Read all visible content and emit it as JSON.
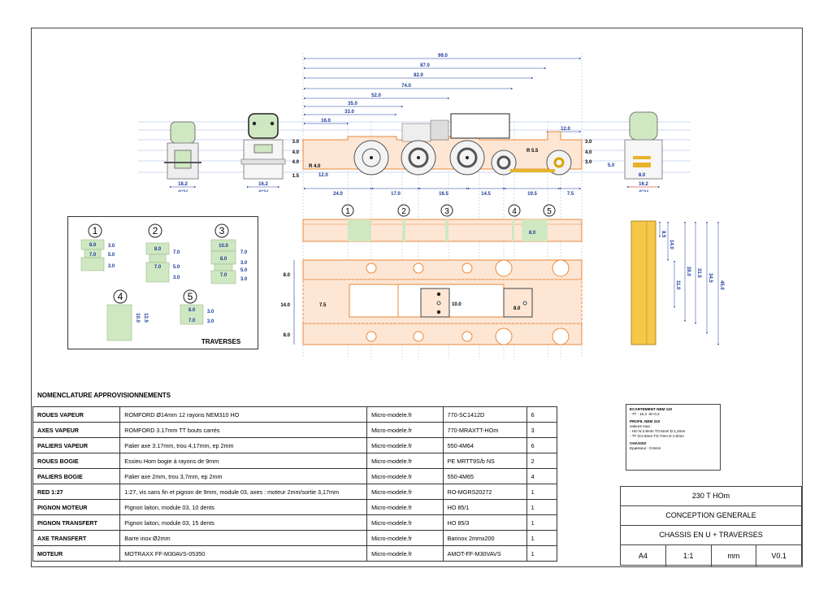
{
  "drawing": {
    "overall_dims": [
      "99.0",
      "87.0",
      "82.0",
      "74.0",
      "52.0",
      "35.0",
      "33.0",
      "16.0"
    ],
    "top_right_dim": "12.0",
    "left_heights": [
      "3.0",
      "4.0",
      "4.0",
      "1.5"
    ],
    "right_heights": [
      "3.0",
      "4.0",
      "3.0"
    ],
    "bottom_dims": [
      "24.0",
      "17.0",
      "16.5",
      "14.5",
      "19.5",
      "7.5"
    ],
    "radius_left": "R 4.0",
    "left_dim_12": "12.0",
    "radius_right": "R 5.5",
    "side_height_8": "8.0",
    "end_view_dims": [
      {
        "value": "18.2",
        "tol": "-0/+0.2"
      },
      {
        "value": "16.2",
        "tol": "-0/+0.2"
      },
      {
        "value": "16.2",
        "tol": "-0/+0.2"
      }
    ],
    "end_right_width": "8.0",
    "end_right_side": "5.0",
    "strip_numbers": [
      "1",
      "2",
      "3",
      "4",
      "5"
    ],
    "strip_dim": "8.0",
    "chassis_left_dims": [
      "8.0",
      "14.0",
      "8.0"
    ],
    "chassis_inner": [
      "7.5",
      "10.0",
      "8.0"
    ],
    "side_vertical_dims": [
      "8.5",
      "14.0",
      "11.0",
      "28.0",
      "31.5",
      "34.5",
      "45.0"
    ]
  },
  "traverses": {
    "title": "TRAVERSES",
    "items": [
      {
        "num": "1",
        "dims": [
          "8.0",
          "7.0",
          "3.0",
          "5.0",
          "3.0"
        ]
      },
      {
        "num": "2",
        "dims": [
          "8.0",
          "7.0",
          "7.0",
          "5.0",
          "3.0"
        ]
      },
      {
        "num": "3",
        "dims": [
          "10.0",
          "8.0",
          "7.0",
          "7.0",
          "3.0",
          "5.0",
          "3.0"
        ]
      },
      {
        "num": "4",
        "dims": [
          "10.0",
          "12.5"
        ]
      },
      {
        "num": "5",
        "dims": [
          "8.0",
          "7.0",
          "3.0",
          "3.0"
        ]
      }
    ]
  },
  "nomenclature": {
    "title": "NOMENCLATURE APPROVISIONNEMENTS",
    "rows": [
      {
        "cat": "ROUES VAPEUR",
        "desc": "ROMFORD Ø14mm 12 rayons NEM310 HO",
        "supplier": "Micro-modele.fr",
        "ref": "770-SC1412D",
        "qty": "6"
      },
      {
        "cat": "AXES VAPEUR",
        "desc": "ROMFORD 3.17mm TT bouts carrés",
        "supplier": "Micro-modele.fr",
        "ref": "770-MRAXTT-HOm",
        "qty": "3"
      },
      {
        "cat": "PALIERS VAPEUR",
        "desc": "Palier axe 3.17mm, trou 4,17mm, ep 2mm",
        "supplier": "Micro-modele.fr",
        "ref": "550-4M64",
        "qty": "6"
      },
      {
        "cat": "ROUES BOGIE",
        "desc": "Essieu Hom bogie à rayons de 9mm",
        "supplier": "Micro-modele.fr",
        "ref": "PE MRTT9S/b NS",
        "qty": "2"
      },
      {
        "cat": "PALIERS BOGIE",
        "desc": "Palier axe 2mm, trou 3,7mm, ep 2mm",
        "supplier": "Micro-modele.fr",
        "ref": "550-4M65",
        "qty": "4"
      },
      {
        "cat": "RED 1:27",
        "desc": "1:27, vis sans fin et pignon de 9mm, module 03, axes : moteur 2mm/sortie 3,17mm",
        "supplier": "Micro-modele.fr",
        "ref": "RO-MGRS20272",
        "qty": "1"
      },
      {
        "cat": "PIGNON MOTEUR",
        "desc": "Pignon laiton, module 03, 10 dents",
        "supplier": "Micro-modele.fr",
        "ref": "HO 85/1",
        "qty": "1"
      },
      {
        "cat": "PIGNON TRANSFERT",
        "desc": "Pignon laiton, module 03, 15 dents",
        "supplier": "Micro-modele.fr",
        "ref": "HO 85/3",
        "qty": "1"
      },
      {
        "cat": "AXE TRANSFERT",
        "desc": "Barre inox Ø2mm",
        "supplier": "Micro-modele.fr",
        "ref": "Barinox 2mmx200",
        "qty": "1"
      },
      {
        "cat": "MOTEUR",
        "desc": "MOTRAXX FF-M30AVS-05350",
        "supplier": "Micro-modele.fr",
        "ref": "AMOT-FF-M30VAVS",
        "qty": "1"
      }
    ]
  },
  "notes": {
    "ecartement_title": "ECARTEMENT NEM 110",
    "ecartement_tt": "- TT : 10.2 -0/+0.2",
    "profil_title": "PROFIL NEM 310",
    "profil_sub": "valeurs max :",
    "profil_ho": "- HO N:2.9mm T:0.5mm D:1,2mm",
    "profil_tt": "- TT  N:2.5mm T:0.7mm D:1.0mm",
    "chassis_title": "CHASSIS",
    "chassis_ep": "Epaisseur : 0.5mm"
  },
  "title_block": {
    "project": "230 T HOm",
    "subtitle": "CONCEPTION GENERALE",
    "part": "CHASSIS EN U + TRAVERSES",
    "format": "A4",
    "scale": "1:1",
    "unit": "mm",
    "version": "V0.1"
  },
  "colors": {
    "frame_orange": "#e8883a",
    "frame_fill": "#fde6d4",
    "traverse_green": "#cfe8c2",
    "dim_blue": "#1a3a9a",
    "side_yellow": "#f5c84a"
  }
}
